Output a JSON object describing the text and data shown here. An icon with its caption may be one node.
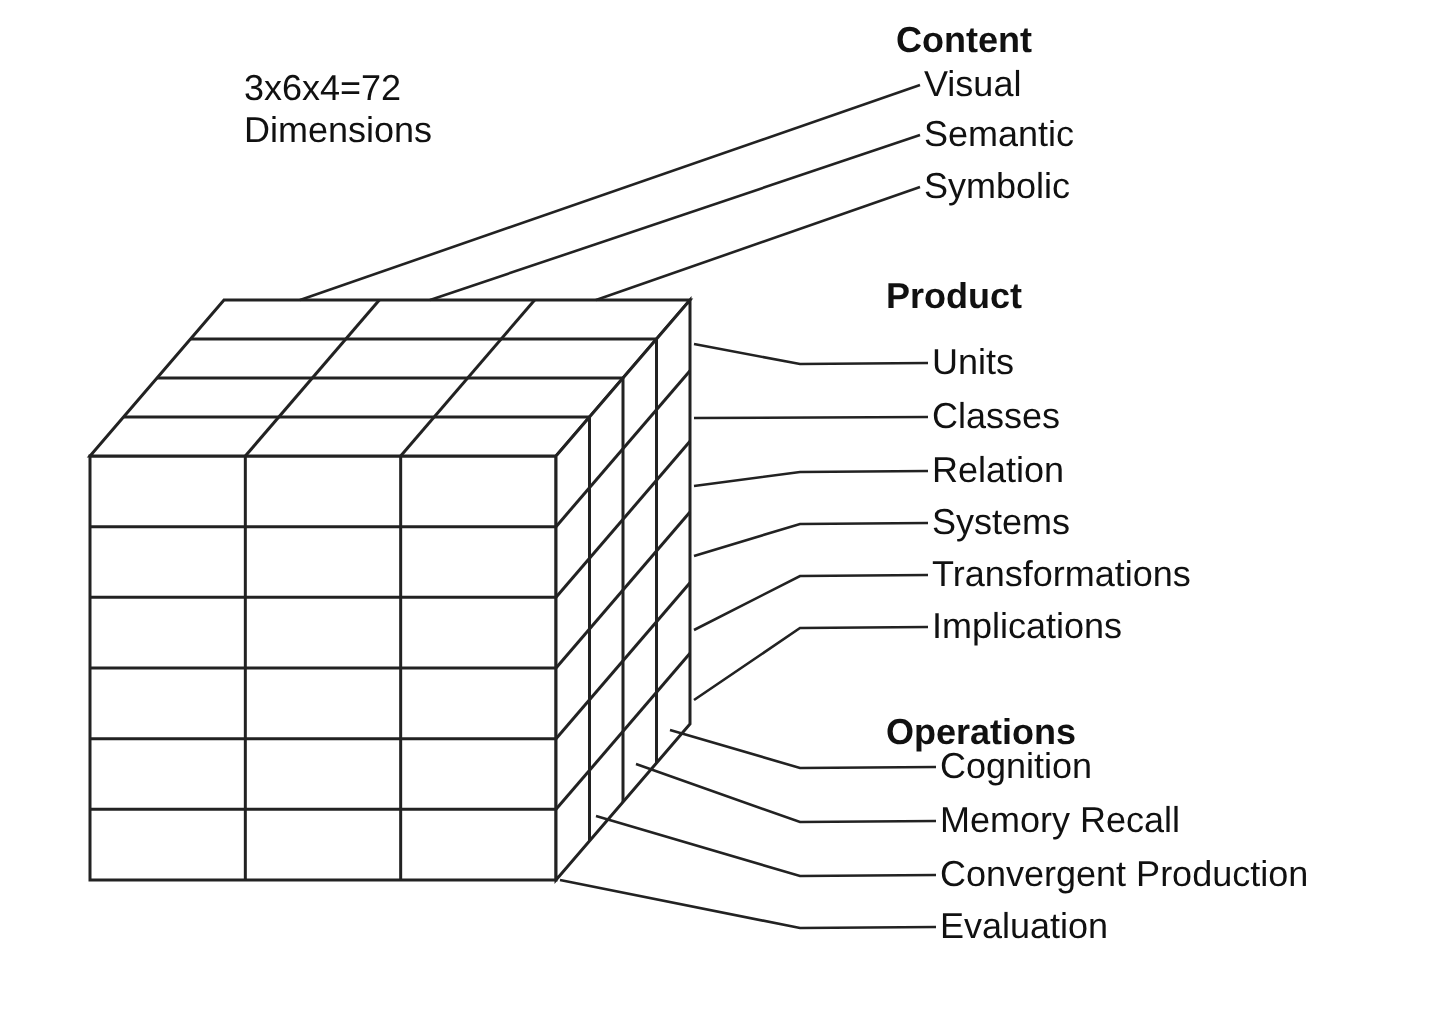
{
  "diagram": {
    "nodes": [
      {
        "text": [
          "Visual"
        ]
      },
      {
        "text": [
          "Semantic"
        ]
      },
      {
        "text": [
          "Symbolic"
        ]
      },
      {
        "text": [
          "Units"
        ]
      },
      {
        "text": [
          "Classes"
        ]
      },
      {
        "text": [
          "Relation"
        ]
      },
      {
        "text": [
          "Systems"
        ]
      },
      {
        "text": [
          "Transformations"
        ]
      },
      {
        "text": [
          "Implications"
        ]
      },
      {
        "text": [
          "Cognition"
        ]
      },
      {
        "text": [
          "Memory Recall"
        ]
      },
      {
        "text": [
          "Convergent Production"
        ]
      },
      {
        "text": [
          "Evaluation"
        ]
      }
    ],
    "edges": [
      {
        "from": 0,
        "to": null,
        "arrow": "none"
      },
      {
        "from": 1,
        "to": null,
        "arrow": "none"
      },
      {
        "from": 2,
        "to": null,
        "arrow": "none"
      },
      {
        "from": 3,
        "to": null,
        "arrow": "none"
      },
      {
        "from": 4,
        "to": null,
        "arrow": "none"
      },
      {
        "from": 5,
        "to": null,
        "arrow": "none"
      },
      {
        "from": 6,
        "to": null,
        "arrow": "none"
      },
      {
        "from": 7,
        "to": null,
        "arrow": "none"
      },
      {
        "from": 8,
        "to": null,
        "arrow": "none"
      },
      {
        "from": 9,
        "to": null,
        "arrow": "none"
      },
      {
        "from": 10,
        "to": null,
        "arrow": "none"
      },
      {
        "from": 11,
        "to": null,
        "arrow": "none"
      },
      {
        "from": 12,
        "to": null,
        "arrow": "none"
      }
    ],
    "labels": [
      "3x6x4=72 Dimensions",
      "Content",
      "Product",
      "Operations"
    ]
  }
}
